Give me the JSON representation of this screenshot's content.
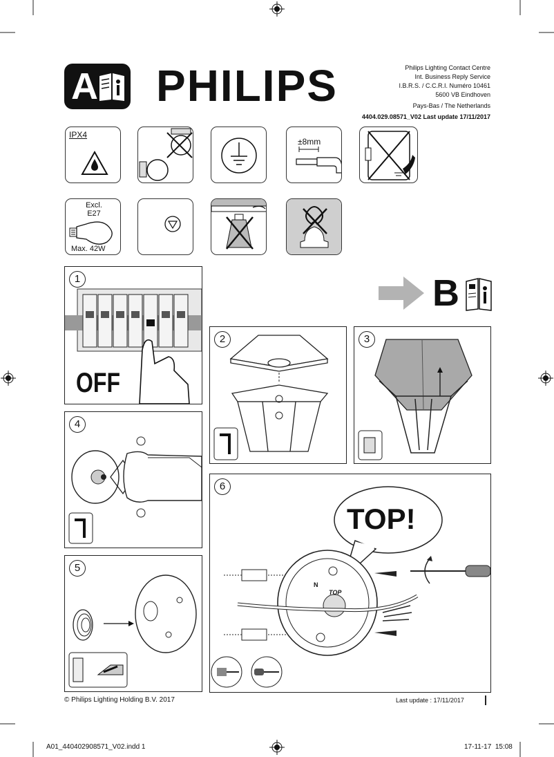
{
  "header": {
    "badge_letter": "A",
    "brand": "PHILIPS",
    "contact_lines": [
      "Philips Lighting Contact Centre",
      "Int. Business Reply Service",
      "I.B.R.S. / C.C.R.I. Numéro 10461",
      "5600 VB Eindhoven",
      "Pays-Bas / The Netherlands"
    ],
    "doc_ref": "4404.029.08571_V02 Last update 17/11/2017"
  },
  "icons": {
    "ip_rating": "IPX4",
    "cable_size": "±8mm",
    "bulb_type": "Excl. E27",
    "bulb_max": "Max. 42W"
  },
  "next_step": {
    "letter": "B"
  },
  "steps": [
    {
      "number": "1",
      "label": "OFF"
    },
    {
      "number": "2"
    },
    {
      "number": "3"
    },
    {
      "number": "4"
    },
    {
      "number": "5"
    },
    {
      "number": "6",
      "callout": "TOP!",
      "box_mark": "TOP",
      "polarity": "N"
    }
  ],
  "footer": {
    "copyright": "© Philips Lighting Holding B.V. 2017",
    "last_update": "Last update : 17/11/2017",
    "file_name": "A01_440402908571_V02.indd 1",
    "print_datetime": "17-11-17  15:08"
  }
}
